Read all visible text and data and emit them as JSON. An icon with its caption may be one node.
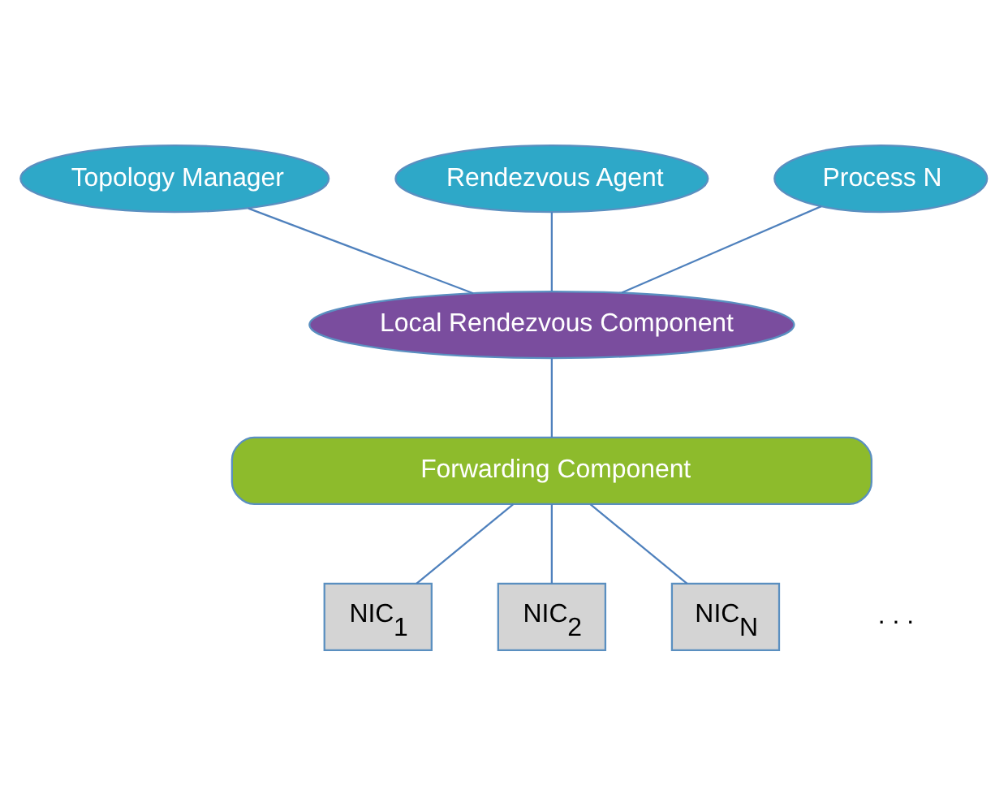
{
  "diagram": {
    "nodes": [
      {
        "text": [
          "Topology Manager"
        ]
      },
      {
        "text": [
          "Rendezvous Agent"
        ]
      },
      {
        "text": [
          "Process N"
        ]
      },
      {
        "text": [
          "Local Rendezvous Component"
        ]
      },
      {
        "text": [
          "Forwarding Component"
        ]
      },
      {
        "text": [
          "NIC$_{1}$"
        ]
      },
      {
        "text": [
          "NIC$_{2}$"
        ]
      },
      {
        "text": [
          "NIC$_{N}$"
        ]
      }
    ],
    "edges": [
      {
        "from": 0,
        "to": 3,
        "arrow": "none"
      },
      {
        "from": 1,
        "to": 3,
        "arrow": "none"
      },
      {
        "from": 2,
        "to": 3,
        "arrow": "none"
      },
      {
        "from": 3,
        "to": 4,
        "arrow": "none"
      },
      {
        "from": 4,
        "to": 5,
        "arrow": "none"
      },
      {
        "from": 4,
        "to": 6,
        "arrow": "none"
      },
      {
        "from": 4,
        "to": 7,
        "arrow": "none"
      }
    ],
    "labels": [
      ". . ."
    ]
  }
}
